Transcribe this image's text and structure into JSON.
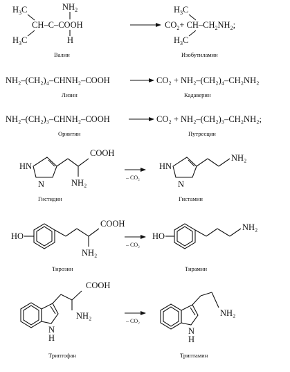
{
  "rows": [
    {
      "reactant_name": "Валин",
      "product_name": "Изобутиламин",
      "reactant": {
        "h3c_top": "H",
        "h3c_top_sub": "3",
        "h3c_top_c": "C",
        "nh2_top": "NH",
        "nh2_top_sub": "2",
        "chain": "CH–C–COOH",
        "h_under": "H",
        "h3c_bot": "H",
        "h3c_bot_sub": "3",
        "h3c_bot_c": "C"
      },
      "product": {
        "co2": "CO",
        "co2_sub": "2",
        "plus_chain": "+ CH–CH",
        "chain_sub": "2",
        "nh2": "NH",
        "nh2_sub": "2",
        "semi": ";",
        "h3c_top": "H",
        "h3c_top_sub": "3",
        "h3c_top_c": "C",
        "h3c_bot": "H",
        "h3c_bot_sub": "3",
        "h3c_bot_c": "C"
      }
    },
    {
      "reactant_name": "Лизин",
      "product_name": "Кадаверин",
      "reactant_text": "NH₂–(CH₂)₄–CHNH₂–COOH",
      "product_text": "CO₂ + NH₂–(CH₂)₄–CH₂NH₂"
    },
    {
      "reactant_name": "Орнитин",
      "product_name": "Путресцин",
      "reactant_text": "NH₂–(CH₂)₃–CHNH₂–COOH",
      "product_text": "CO₂ + NH₂–(CH₂)₃–CH₂NH₂;"
    },
    {
      "reactant_name": "Гистидин",
      "product_name": "Гистамин",
      "arrow_label": "– CO₂"
    },
    {
      "reactant_name": "Тирозин",
      "product_name": "Тирамин",
      "arrow_label": "– CO₂"
    },
    {
      "reactant_name": "Триптофан",
      "product_name": "Триптамин",
      "arrow_label": "– CO₂"
    }
  ],
  "labels": {
    "cooh": "COOH",
    "nh2": "NH₂",
    "hn": "HN",
    "n": "N",
    "h": "H",
    "ho": "HO"
  }
}
